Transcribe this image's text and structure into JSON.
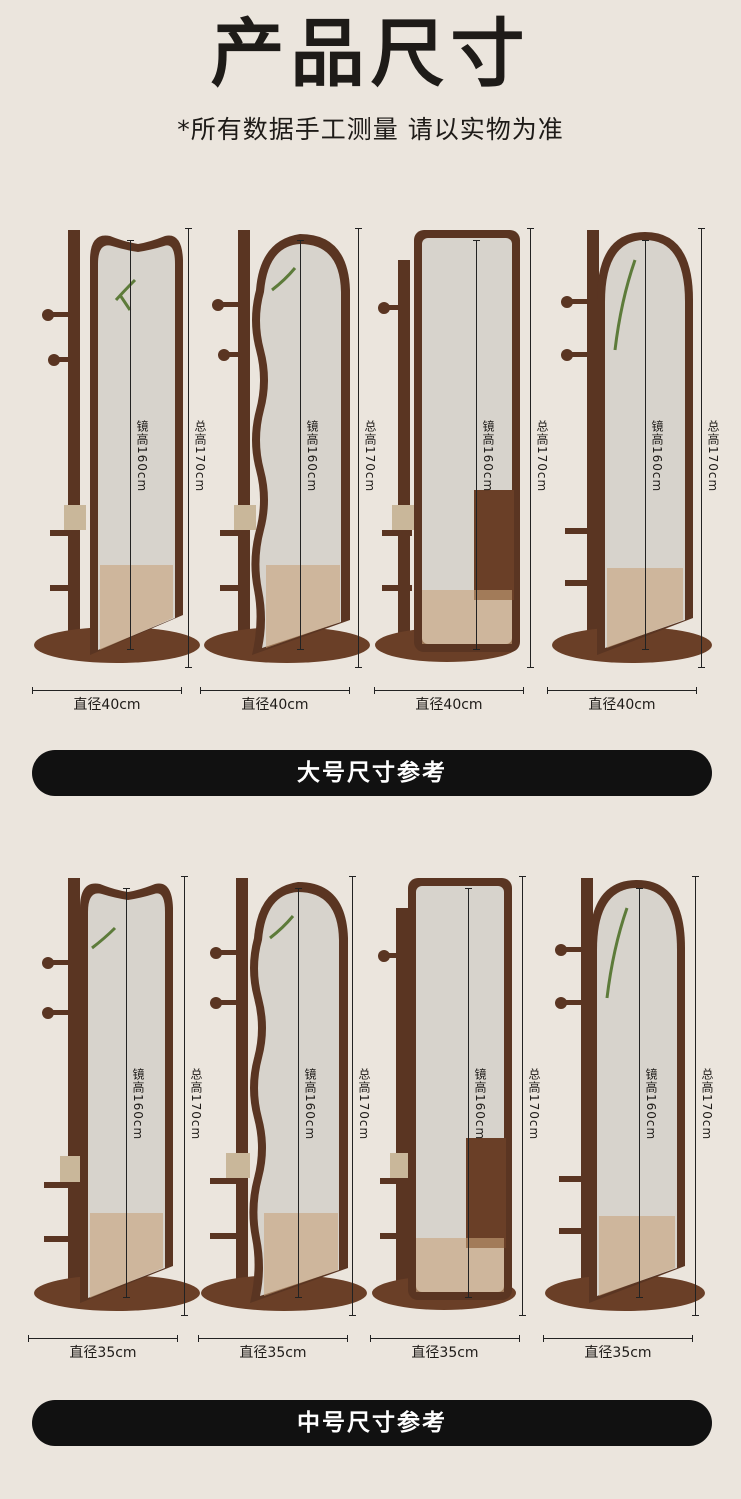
{
  "header": {
    "title": "产品尺寸",
    "subtitle": "*所有数据手工测量 请以实物为准"
  },
  "sections": [
    {
      "banner": "大号尺寸参考",
      "items": [
        {
          "mirror_label": "镜高160cm",
          "total_label": "总高170cm",
          "diameter_label": "直径40cm"
        },
        {
          "mirror_label": "镜高160cm",
          "total_label": "总高170cm",
          "diameter_label": "直径40cm"
        },
        {
          "mirror_label": "镜高160cm",
          "total_label": "总高170cm",
          "diameter_label": "直径40cm"
        },
        {
          "mirror_label": "镜高160cm",
          "total_label": "总高170cm",
          "diameter_label": "直径40cm"
        }
      ]
    },
    {
      "banner": "中号尺寸参考",
      "items": [
        {
          "mirror_label": "镜高160cm",
          "total_label": "总高170cm",
          "diameter_label": "直径35cm"
        },
        {
          "mirror_label": "镜高160cm",
          "total_label": "总高170cm",
          "diameter_label": "直径35cm"
        },
        {
          "mirror_label": "镜高160cm",
          "total_label": "总高170cm",
          "diameter_label": "直径35cm"
        },
        {
          "mirror_label": "镜高160cm",
          "total_label": "总高170cm",
          "diameter_label": "直径35cm"
        }
      ]
    }
  ],
  "colors": {
    "background": "#ebe5dd",
    "wood": "#5a3522",
    "mirror": "#d7d3cc",
    "banner": "#111111"
  }
}
